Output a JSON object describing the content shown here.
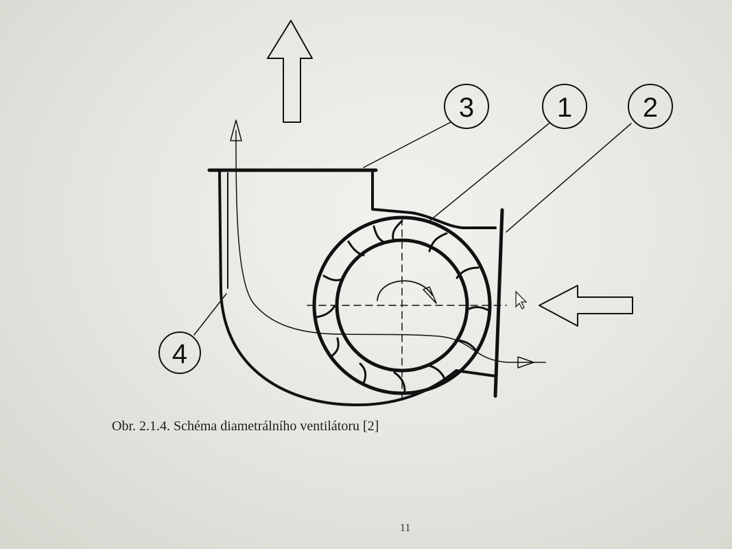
{
  "figure": {
    "labels": [
      "1",
      "2",
      "3",
      "4"
    ]
  },
  "caption": "Obr. 2.1.4. Schéma diametrálního ventilátoru [2]",
  "page_number": "11",
  "colors": {
    "ink": "#111111",
    "paper": "#ececea"
  }
}
